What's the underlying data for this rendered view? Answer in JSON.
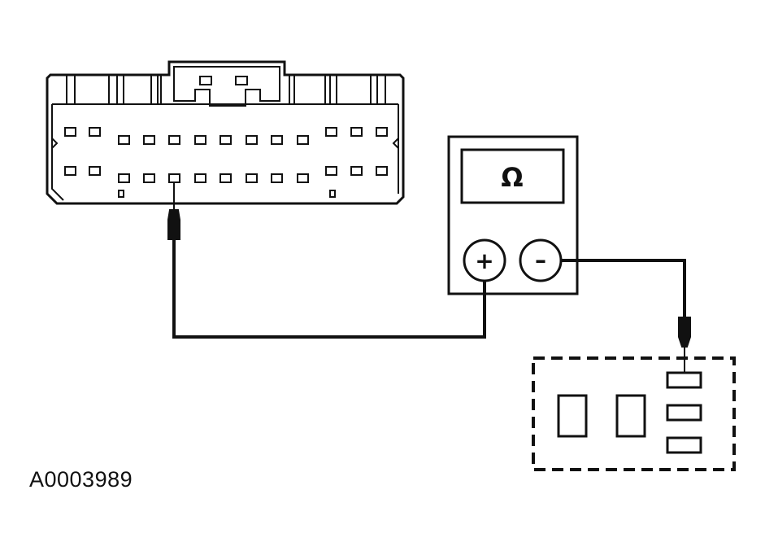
{
  "diagram": {
    "reference_code": "A0003989",
    "meter": {
      "display_symbol": "Ω",
      "positive_terminal": "+",
      "negative_terminal": "–"
    },
    "connector": {
      "top_row_pins": 13,
      "bottom_row_pins": 13
    },
    "component": {
      "large_terminals": 2,
      "small_terminals": 3
    }
  }
}
